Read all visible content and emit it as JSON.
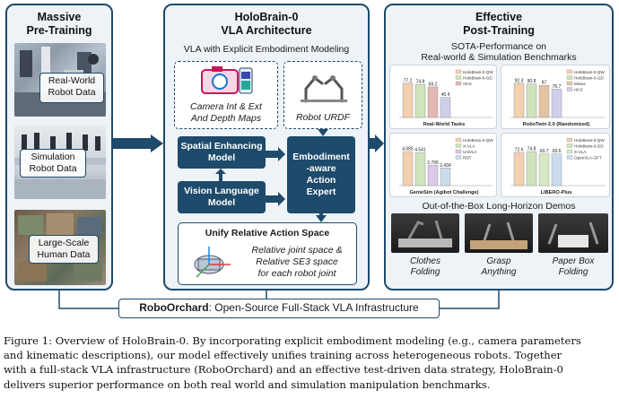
{
  "left_panel": {
    "title_line1": "Massive",
    "title_line2": "Pre-Training",
    "items": [
      {
        "label_line1": "Real-World",
        "label_line2": "Robot Data"
      },
      {
        "label_line1": "Simulation",
        "label_line2": "Robot Data"
      },
      {
        "label_line1": "Large-Scale",
        "label_line2": "Human Data"
      }
    ]
  },
  "middle_panel": {
    "title_line1": "HoloBrain-0",
    "title_line2": "VLA Architecture",
    "subtitle": "VLA with Explicit Embodiment Modeling",
    "camera_label_line1": "Camera Int & Ext",
    "camera_label_line2": "And Depth Maps",
    "urdf_label": "Robot URDF",
    "spatial_line1": "Spatial Enhancing",
    "spatial_line2": "Model",
    "vlm_line1": "Vision Language",
    "vlm_line2": "Model",
    "expert_line1": "Embodiment",
    "expert_line2": "-aware",
    "expert_line3": "Action",
    "expert_line4": "Expert",
    "action_space_title": "Unify Relative Action Space",
    "action_desc_line1": "Relative joint space &",
    "action_desc_line2": "Relative SE3 space",
    "action_desc_line3": "for each robot joint"
  },
  "right_panel": {
    "title_line1": "Effective",
    "title_line2": "Post-Training",
    "sota_line1": "SOTA-Performance on",
    "sota_line2": "Real-world & Simulation Benchmarks",
    "demos_title": "Out-of-the-Box Long-Horizon Demos",
    "demos": [
      {
        "line1": "Clothes",
        "line2": "Folding"
      },
      {
        "line1": "Grasp",
        "line2": "Anything"
      },
      {
        "line1": "Paper Box",
        "line2": "Folding"
      }
    ]
  },
  "colors": {
    "holobrain_qw": "#e9c6a4",
    "holobrain_gd": "#c7dfb3",
    "pi05": "#d9a9a9",
    "motus": "#e9c6a4",
    "pi05_b": "#c9c9e6",
    "x_vla": "#cfe6b8",
    "univla": "#d9c7e8",
    "rdt": "#c8d9ec",
    "openvla_oft": "#c7d9ee",
    "accent": "#1e4a6b"
  },
  "chart_data": [
    {
      "type": "bar",
      "title": "Real-World Tasks",
      "legend": [
        "HoloBrain-0-QW",
        "HoloBrain-0-GD",
        "π0.5"
      ],
      "categories": [
        "HoloBrain-0-QW",
        "HoloBrain-0-GD",
        "π0.5"
      ],
      "values": [
        77.2,
        74.8,
        69.2,
        45.4
      ],
      "bar_colors": [
        "#f2d0b0",
        "#cfe3bc",
        "#e4b7b7",
        "#cfcfe9"
      ]
    },
    {
      "type": "bar",
      "title": "RoboTwin 2.0 (Randomized)",
      "legend": [
        "HoloBrain-0-QW",
        "HoloBrain-0-GD",
        "Motus",
        "π0.5"
      ],
      "categories": [
        "HoloBrain-0-QW",
        "HoloBrain-0-GD",
        "Motus",
        "π0.5"
      ],
      "values": [
        92.3,
        90.8,
        87.0,
        76.7
      ],
      "bar_colors": [
        "#f2d0b0",
        "#cfe3bc",
        "#e4c3a3",
        "#cfcfe9"
      ]
    },
    {
      "type": "bar",
      "title": "GenieSim (Agibot Challenge)",
      "legend": [
        "HoloBrain-0-QW",
        "X-VLA",
        "UniVLA",
        "RDT"
      ],
      "categories": [
        "HoloBrain-0-QW",
        "X-VLA",
        "UniVLA",
        "RDT"
      ],
      "values": [
        4.685,
        4.541,
        2.795,
        2.434
      ],
      "value_labels": [
        "4.685",
        "4.541",
        "2.795",
        "2.434"
      ],
      "bar_colors": [
        "#f2d0b0",
        "#cfe3bc",
        "#dcc8ea",
        "#cddcec"
      ]
    },
    {
      "type": "bar",
      "title": "LIBERO-Plus",
      "legend": [
        "HoloBrain-0-QW",
        "HoloBrain-0-GD",
        "X-VLA",
        "OpenVLA-OFT"
      ],
      "categories": [
        "HoloBrain-0-QW",
        "HoloBrain-0-GD",
        "X-VLA",
        "OpenVLA-OFT"
      ],
      "values": [
        72.6,
        74.8,
        69.7,
        69.6
      ],
      "bar_colors": [
        "#f2d0b0",
        "#cfe3bc",
        "#d8e9c6",
        "#cddcec"
      ]
    }
  ],
  "bottom_bar": {
    "name": "RoboOrchard",
    "desc": ": Open-Source Full-Stack VLA Infrastructure"
  },
  "caption": {
    "line1": "Figure 1: Overview of HoloBrain-0. By incorporating explicit embodiment modeling (e.g., camera parameters",
    "line2": "and kinematic descriptions), our model effectively unifies training across heterogeneous robots. Together",
    "line3": "with a full-stack VLA infrastructure (RoboOrchard) and an effective test-driven data strategy, HoloBrain-0",
    "line4": "delivers superior performance on both real world and simulation manipulation benchmarks."
  }
}
